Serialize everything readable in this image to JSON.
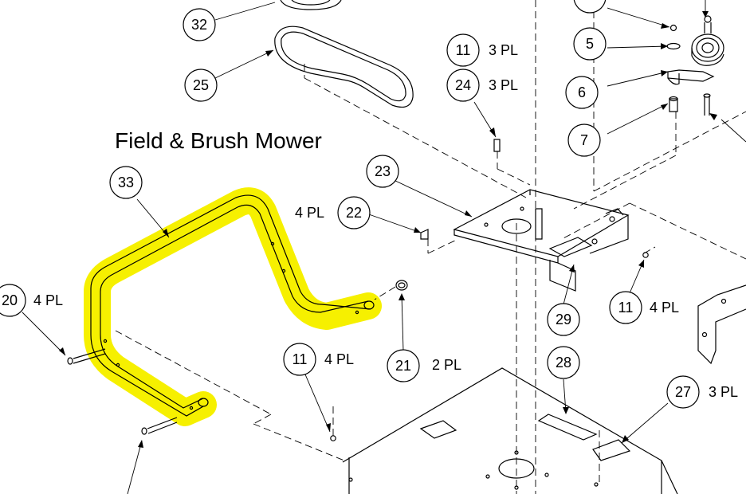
{
  "diagram": {
    "title": "Field & Brush Mower",
    "highlight_color": "#f6f000",
    "callouts": [
      {
        "id": "c32",
        "num": "32"
      },
      {
        "id": "c25",
        "num": "25"
      },
      {
        "id": "c11a",
        "num": "11",
        "qty": "3 PL"
      },
      {
        "id": "c24",
        "num": "24",
        "qty": "3 PL"
      },
      {
        "id": "c5",
        "num": "5"
      },
      {
        "id": "c6",
        "num": "6"
      },
      {
        "id": "c7",
        "num": "7"
      },
      {
        "id": "c33",
        "num": "33"
      },
      {
        "id": "c23",
        "num": "23"
      },
      {
        "id": "c22",
        "num": "22",
        "qty": "4 PL"
      },
      {
        "id": "c20",
        "num": "20",
        "qty": "4 PL"
      },
      {
        "id": "c21",
        "num": "21",
        "qty": "2 PL"
      },
      {
        "id": "c29",
        "num": "29"
      },
      {
        "id": "c11b",
        "num": "11",
        "qty": "4 PL"
      },
      {
        "id": "c11c",
        "num": "11",
        "qty": "4 PL"
      },
      {
        "id": "c28",
        "num": "28"
      },
      {
        "id": "c27",
        "num": "27",
        "qty": "3 PL"
      }
    ]
  }
}
